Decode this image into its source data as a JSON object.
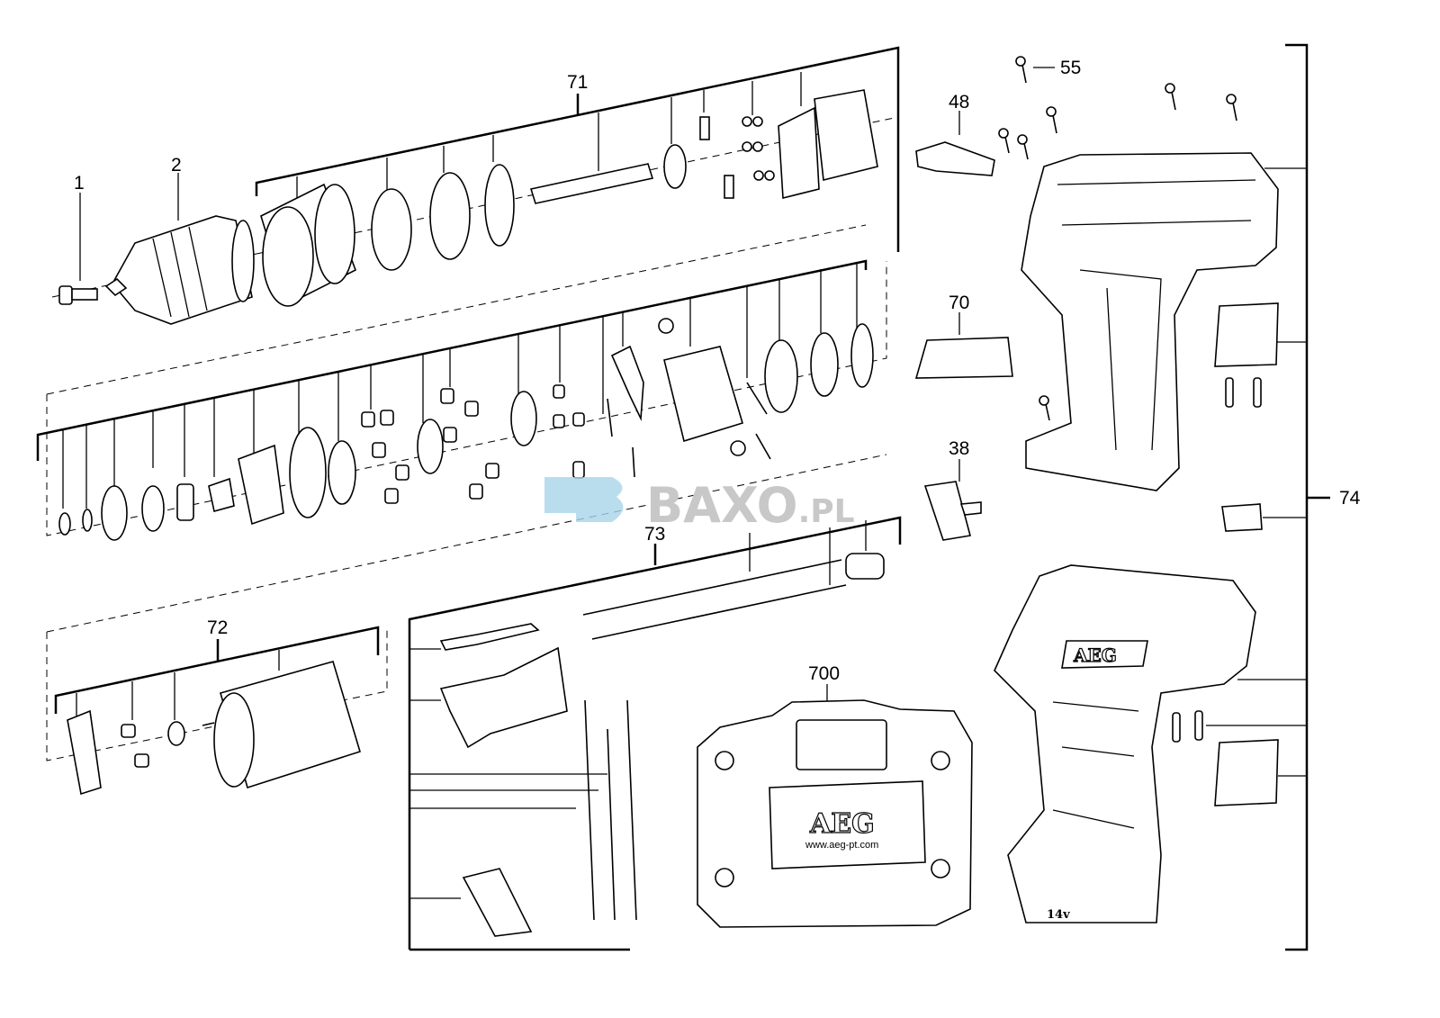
{
  "diagram": {
    "callouts": {
      "p1": "1",
      "p2": "2",
      "p71": "71",
      "p72": "72",
      "p73": "73",
      "p74": "74",
      "p55": "55",
      "p48": "48",
      "p70": "70",
      "p38": "38",
      "p700": "700"
    },
    "case": {
      "brand": "AEG",
      "url": "www.aeg-pt.com"
    },
    "housing": {
      "brand": "AEG",
      "voltage": "14v"
    },
    "watermark": {
      "name": "BAXO",
      "suffix": ".PL"
    },
    "colors": {
      "line": "#000000",
      "watermark_gray": "#c8c8c8",
      "watermark_blue": "#a9d4ea"
    }
  }
}
